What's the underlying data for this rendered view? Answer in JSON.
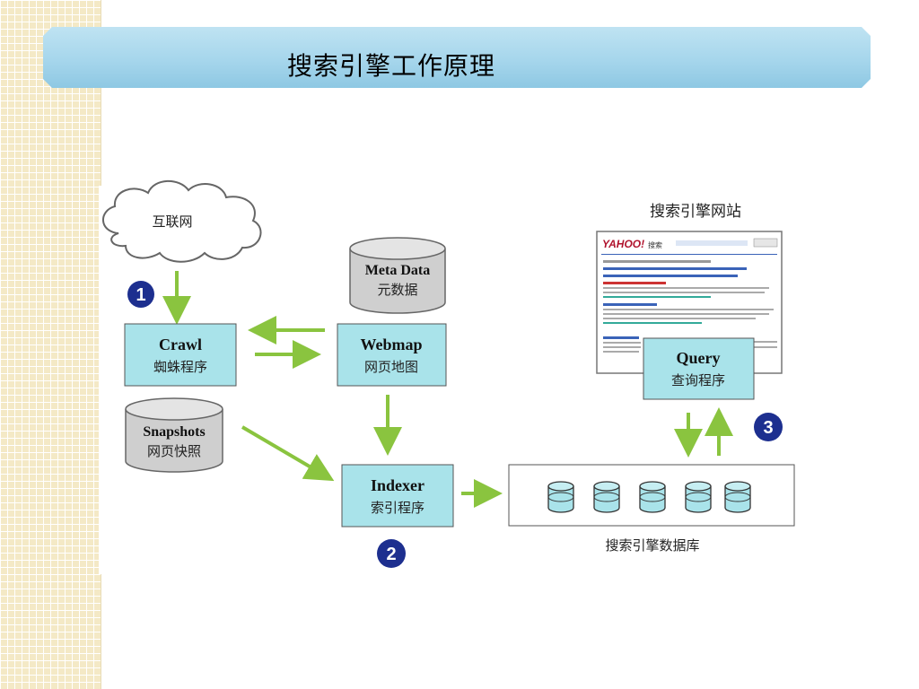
{
  "slide": {
    "title": "搜索引擎工作原理"
  },
  "diagram": {
    "cloud": {
      "label": "互联网"
    },
    "meta_data": {
      "title": "Meta Data",
      "subtitle": "元数据"
    },
    "crawl": {
      "title": "Crawl",
      "subtitle": "蜘蛛程序"
    },
    "webmap": {
      "title": "Webmap",
      "subtitle": "网页地图"
    },
    "snapshots": {
      "title": "Snapshots",
      "subtitle": "网页快照"
    },
    "indexer": {
      "title": "Indexer",
      "subtitle": "索引程序"
    },
    "query": {
      "title": "Query",
      "subtitle": "查询程序"
    },
    "website_label": "搜索引擎网站",
    "database_label": "搜索引擎数据库",
    "badges": [
      "1",
      "2",
      "3"
    ],
    "website_screenshot": {
      "logo": "YAHOO!",
      "logo_suffix": "搜索"
    },
    "colors": {
      "box_fill": "#a9e3ea",
      "arrow": "#8ac43f",
      "badge": "#1d2f8f"
    }
  }
}
